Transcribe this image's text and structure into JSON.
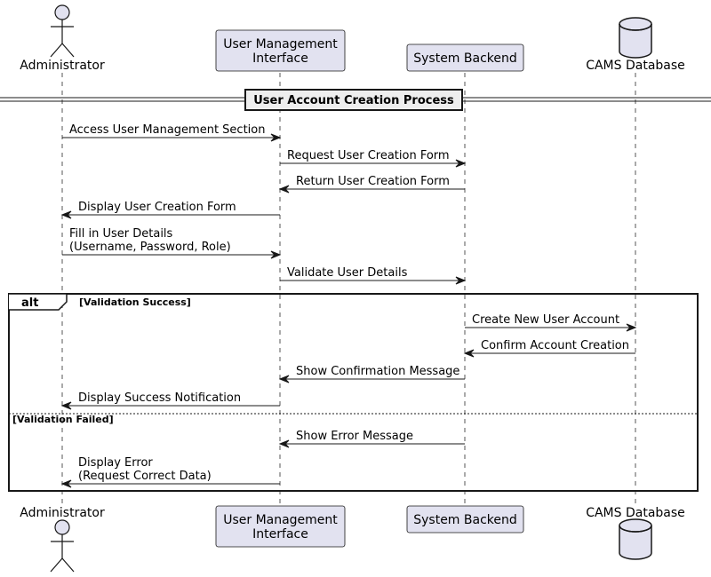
{
  "diagram": {
    "participants": [
      {
        "id": "admin",
        "label": [
          "Administrator"
        ],
        "kind": "actor"
      },
      {
        "id": "umi",
        "label": [
          "User Management",
          "Interface"
        ],
        "kind": "participant"
      },
      {
        "id": "backend",
        "label": [
          "System Backend"
        ],
        "kind": "participant"
      },
      {
        "id": "db",
        "label": [
          "CAMS Database"
        ],
        "kind": "database"
      }
    ],
    "divider": "User Account Creation Process",
    "messages": [
      {
        "from": "admin",
        "to": "umi",
        "lines": [
          "Access User Management Section"
        ]
      },
      {
        "from": "umi",
        "to": "backend",
        "lines": [
          "Request User Creation Form"
        ]
      },
      {
        "from": "backend",
        "to": "umi",
        "lines": [
          "Return User Creation Form"
        ]
      },
      {
        "from": "umi",
        "to": "admin",
        "lines": [
          "Display User Creation Form"
        ]
      },
      {
        "from": "admin",
        "to": "umi",
        "lines": [
          "Fill in User Details",
          "(Username, Password, Role)"
        ]
      },
      {
        "from": "umi",
        "to": "backend",
        "lines": [
          "Validate User Details"
        ]
      }
    ],
    "alt": {
      "keyword": "alt",
      "sections": [
        {
          "guard": "[Validation Success]",
          "messages": [
            {
              "from": "backend",
              "to": "db",
              "lines": [
                "Create New User Account"
              ]
            },
            {
              "from": "db",
              "to": "backend",
              "lines": [
                "Confirm Account Creation"
              ]
            },
            {
              "from": "backend",
              "to": "umi",
              "lines": [
                "Show Confirmation Message"
              ]
            },
            {
              "from": "umi",
              "to": "admin",
              "lines": [
                "Display Success Notification"
              ]
            }
          ]
        },
        {
          "guard": "[Validation Failed]",
          "messages": [
            {
              "from": "backend",
              "to": "umi",
              "lines": [
                "Show Error Message"
              ]
            },
            {
              "from": "umi",
              "to": "admin",
              "lines": [
                "Display Error",
                "(Request Correct Data)"
              ]
            }
          ]
        }
      ]
    }
  }
}
